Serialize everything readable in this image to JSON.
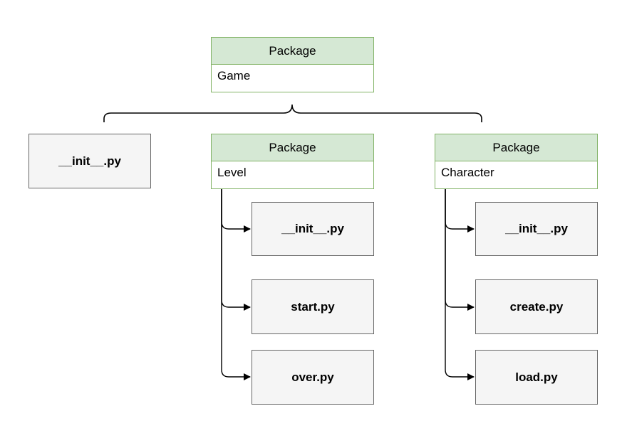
{
  "colors": {
    "package_header_fill": "#d5e8d4",
    "package_border": "#82b366",
    "file_fill": "#f5f5f5",
    "file_border": "#666666",
    "connector": "#000000"
  },
  "root": {
    "header": "Package",
    "name": "Game"
  },
  "root_file": {
    "label": "__init__.py"
  },
  "packages": [
    {
      "header": "Package",
      "name": "Level",
      "files": [
        "__init__.py",
        "start.py",
        "over.py"
      ]
    },
    {
      "header": "Package",
      "name": "Character",
      "files": [
        "__init__.py",
        "create.py",
        "load.py"
      ]
    }
  ]
}
